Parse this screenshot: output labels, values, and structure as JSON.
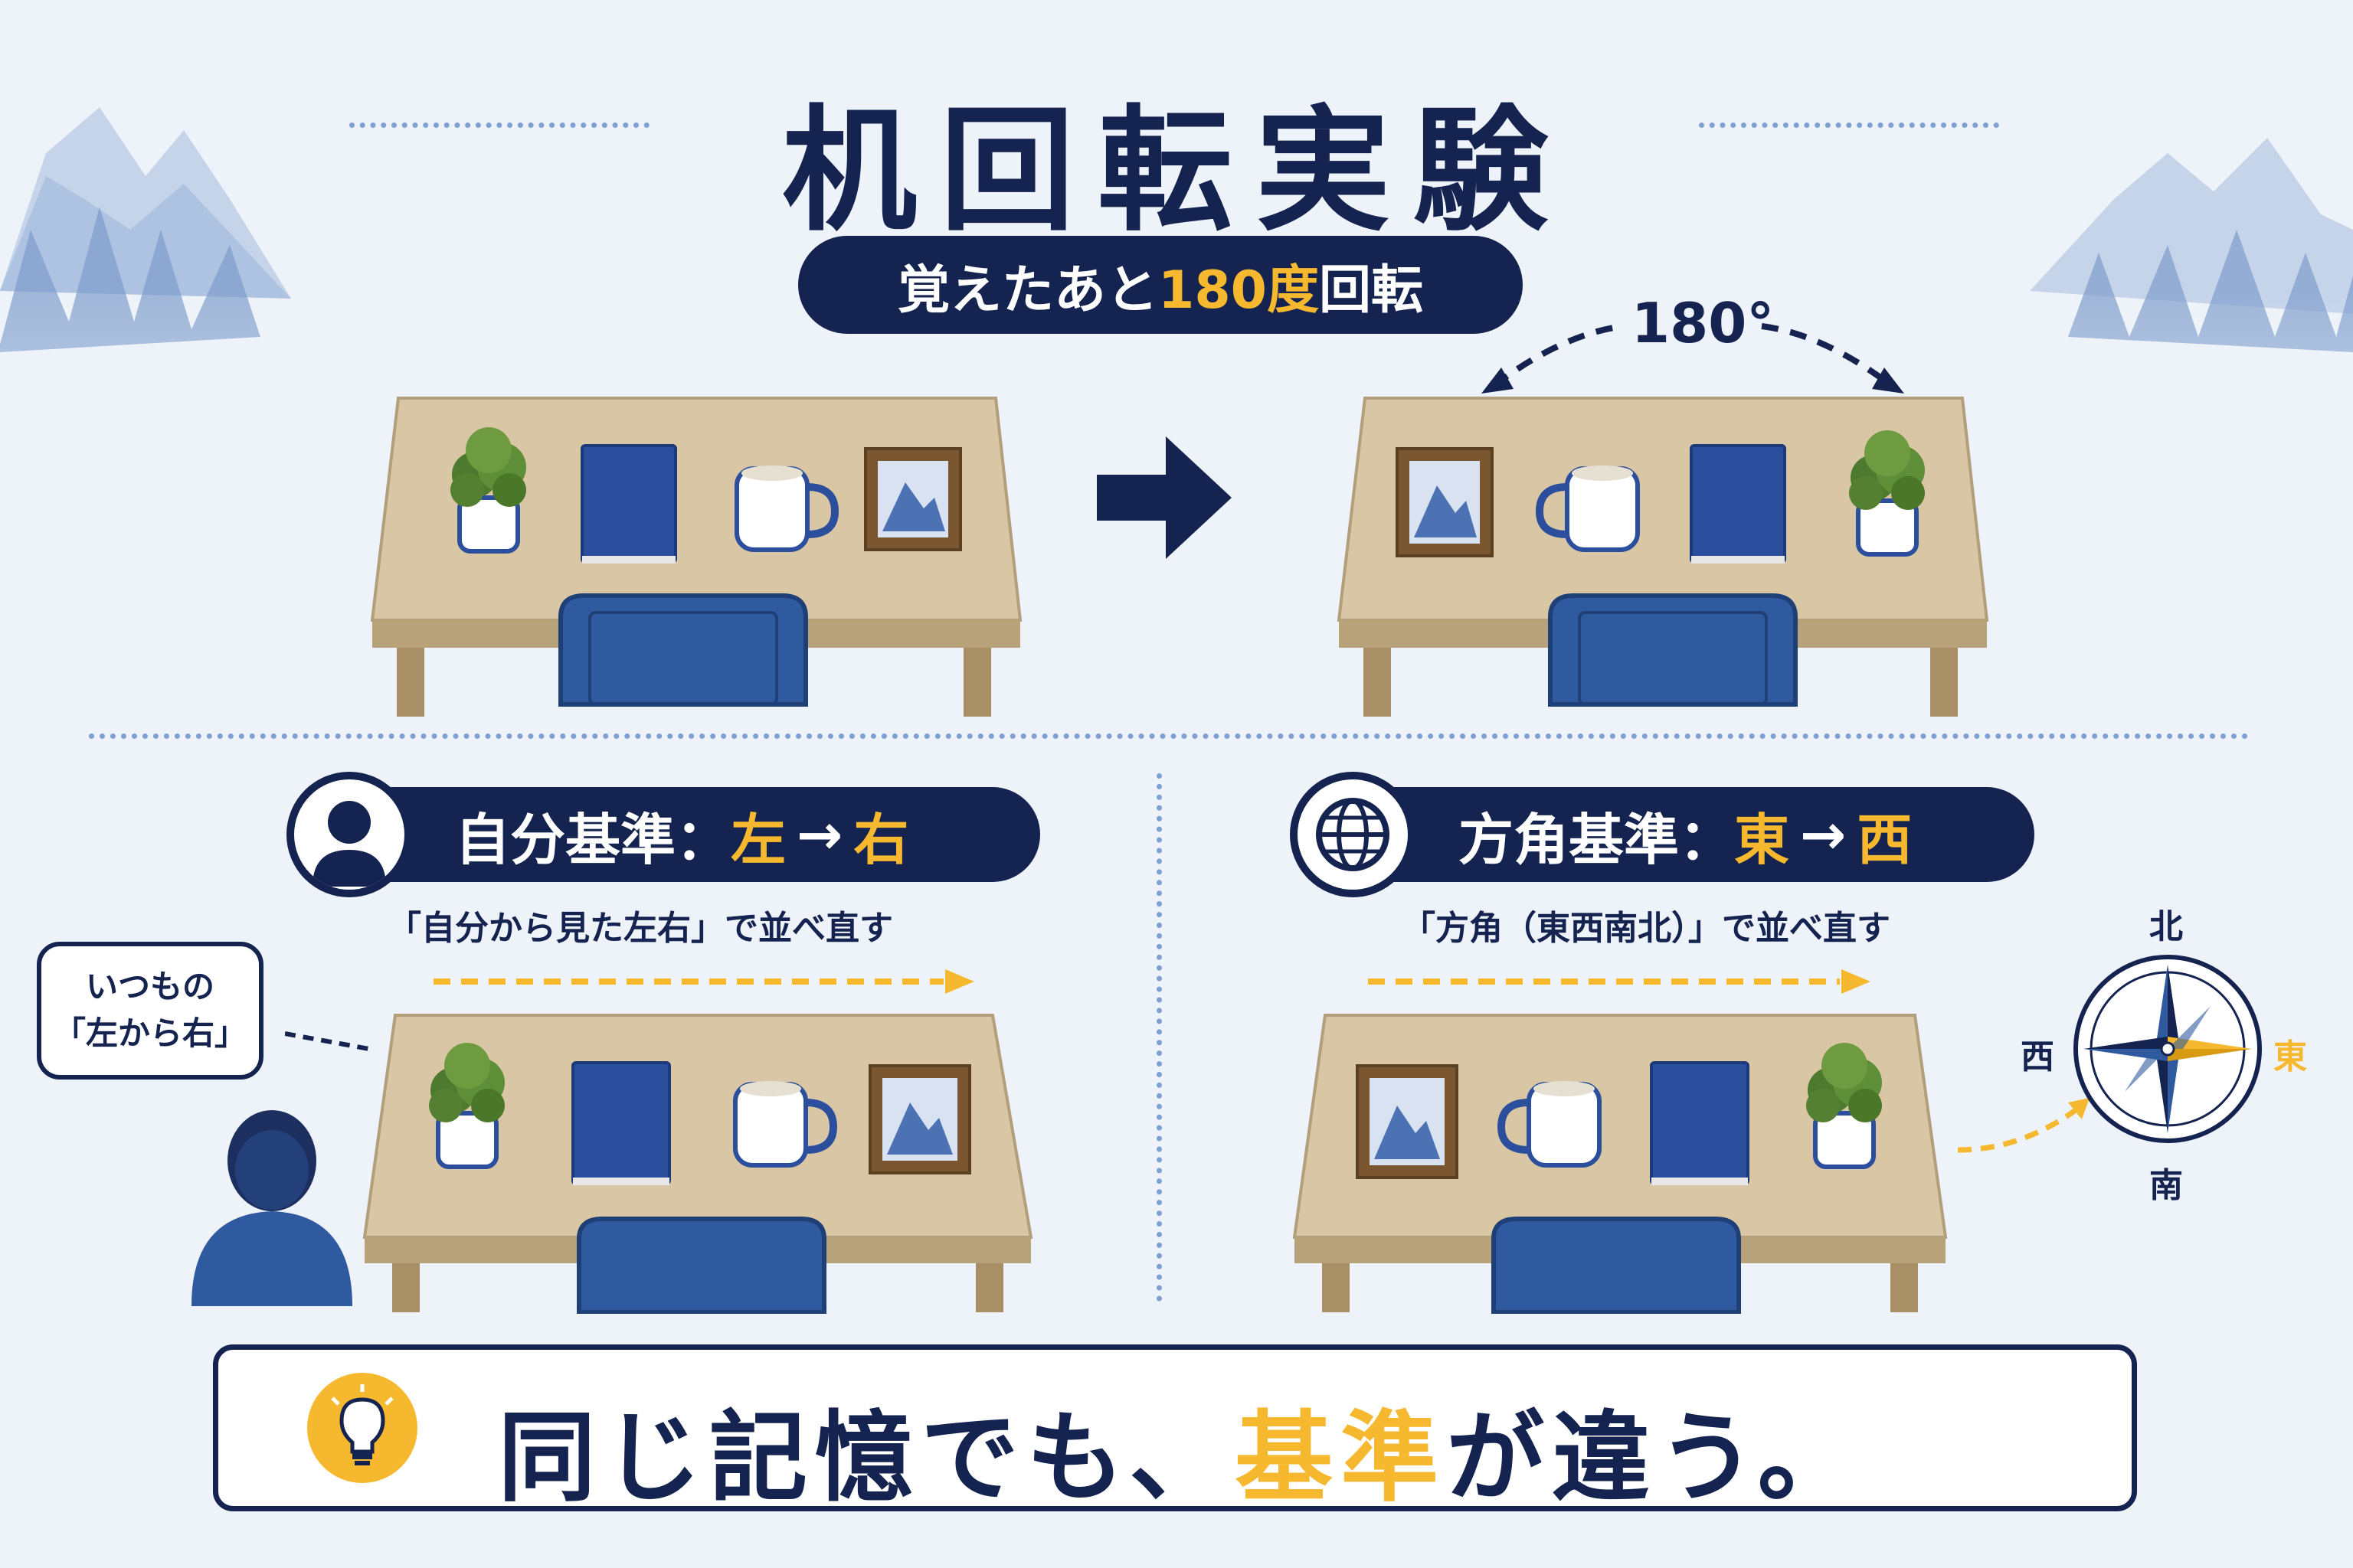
{
  "title": "机回転実験",
  "subtitle": {
    "before": "覚えたあと",
    "highlight": "180度",
    "after": "回転"
  },
  "rotation_label": "180°",
  "self_panel": {
    "label": "自分基準：",
    "arrow_from": "左",
    "arrow_sym": "→",
    "arrow_to": "右",
    "note": "「自分から見た左右」で並べ直す",
    "bubble_line1": "いつもの",
    "bubble_line2": "「左から右」"
  },
  "direction_panel": {
    "label": "方角基準：",
    "arrow_from": "東",
    "arrow_sym": "→",
    "arrow_to": "西",
    "note": "「方角（東西南北）」で並べ直す"
  },
  "compass": {
    "north": "北",
    "south": "南",
    "east": "東",
    "west": "西"
  },
  "bottom_message": {
    "before": "同じ記憶でも、",
    "highlight": "基準",
    "after": "が違う。"
  },
  "colors": {
    "navy": "#14234f",
    "accent": "#f5b82e",
    "book": "#2b4f9c",
    "wood": "#d8c6a4",
    "chair": "#2f5aa0",
    "background": "#eef2f9"
  },
  "icons": [
    "person-icon",
    "globe-icon",
    "lightbulb-icon",
    "compass-icon",
    "plant-icon",
    "book-icon",
    "mug-icon",
    "photo-frame-icon"
  ]
}
